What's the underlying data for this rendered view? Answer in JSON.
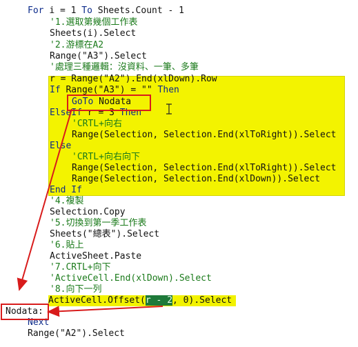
{
  "editor": {
    "lines": [
      {
        "kind": "code",
        "parts": [
          {
            "t": "For ",
            "c": "k"
          },
          {
            "t": "i = 1 "
          },
          {
            "t": "To ",
            "c": "k"
          },
          {
            "t": "Sheets.Count - 1"
          }
        ]
      },
      {
        "kind": "comment",
        "text": "'1.選取第幾個工作表"
      },
      {
        "kind": "code",
        "text": "Sheets(i).Select"
      },
      {
        "kind": "comment",
        "text": "'2.游標在A2"
      },
      {
        "kind": "code",
        "text": "Range(\"A3\").Select"
      },
      {
        "kind": "comment",
        "text": "'處理三種邏輯：沒資料、一筆、多筆"
      },
      {
        "kind": "code",
        "text": "r = Range(\"A2\").End(xlDown).Row"
      },
      {
        "kind": "code",
        "parts": [
          {
            "t": "If ",
            "c": "k"
          },
          {
            "t": "Range(\"A3\") = \"\" "
          },
          {
            "t": "Then",
            "c": "k"
          }
        ]
      },
      {
        "kind": "code",
        "parts": [
          {
            "t": "GoTo ",
            "c": "k"
          },
          {
            "t": "Nodata"
          }
        ]
      },
      {
        "kind": "code",
        "parts": [
          {
            "t": "ElseIf ",
            "c": "k"
          },
          {
            "t": "r = 3 "
          },
          {
            "t": "Then",
            "c": "k"
          }
        ]
      },
      {
        "kind": "comment",
        "text": "'CRTL+向右"
      },
      {
        "kind": "code",
        "text": "Range(Selection, Selection.End(xlToRight)).Select"
      },
      {
        "kind": "code",
        "parts": [
          {
            "t": "Else",
            "c": "k"
          }
        ]
      },
      {
        "kind": "comment",
        "text": "'CRTL+向右向下"
      },
      {
        "kind": "code",
        "text": "Range(Selection, Selection.End(xlToRight)).Select"
      },
      {
        "kind": "code",
        "text": "Range(Selection, Selection.End(xlDown)).Select"
      },
      {
        "kind": "code",
        "parts": [
          {
            "t": "End If",
            "c": "k"
          }
        ]
      },
      {
        "kind": "comment",
        "text": "'4.複製"
      },
      {
        "kind": "code",
        "text": "Selection.Copy"
      },
      {
        "kind": "comment",
        "text": "'5.切換到第一季工作表"
      },
      {
        "kind": "code",
        "text": "Sheets(\"總表\").Select"
      },
      {
        "kind": "comment",
        "text": "'6.貼上"
      },
      {
        "kind": "code",
        "text": "ActiveSheet.Paste"
      },
      {
        "kind": "comment",
        "text": "'7.CRTL+向下"
      },
      {
        "kind": "comment",
        "text": "'ActiveCell.End(xlDown).Select"
      },
      {
        "kind": "comment",
        "text": "'8.向下一列"
      },
      {
        "kind": "code",
        "parts": [
          {
            "t": "ActiveCell.Offset("
          },
          {
            "t": "r - 2",
            "c": "sel"
          },
          {
            "t": ", 0).Select"
          }
        ]
      },
      {
        "kind": "code",
        "text": "Nodata:"
      },
      {
        "kind": "code",
        "parts": [
          {
            "t": "Next",
            "c": "k"
          }
        ]
      },
      {
        "kind": "code",
        "text": "Range(\"A2\").Select"
      }
    ]
  },
  "colors": {
    "highlight": "#f3f300",
    "annotation": "#d81b1b",
    "comment": "#1a7a1a",
    "keyword": "#0b2a8a",
    "selection": "#1e7a3a"
  },
  "icons": {
    "cursor": "text-cursor-icon",
    "arrow": "arrow-icon"
  }
}
